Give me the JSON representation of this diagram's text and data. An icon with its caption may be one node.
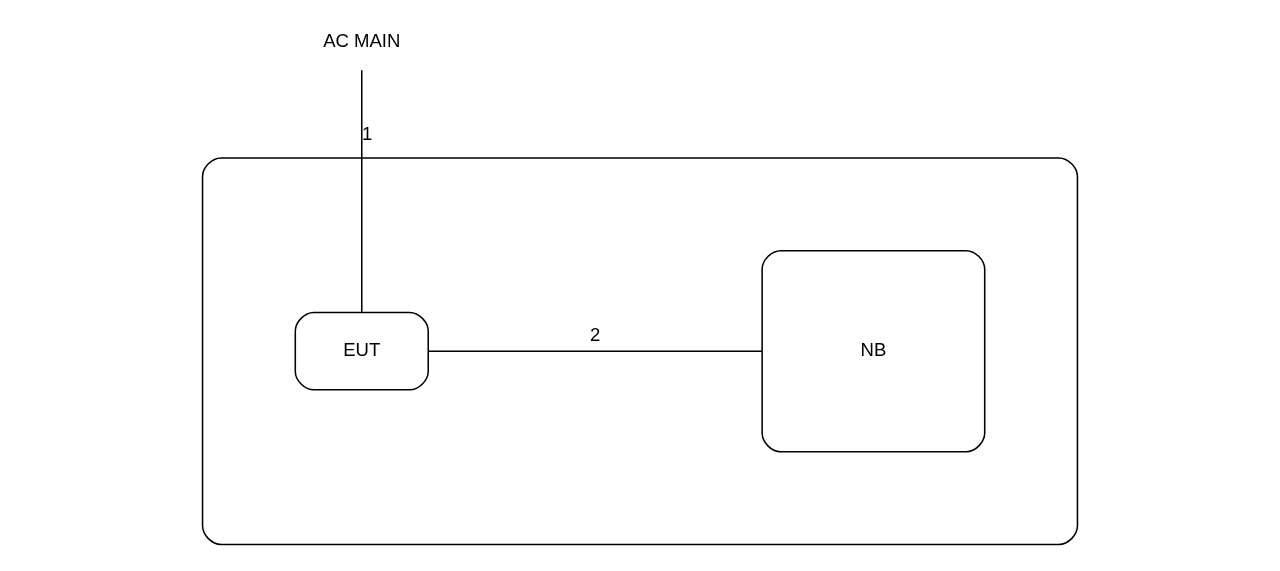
{
  "diagram": {
    "nodes": [
      {
        "text": [
          "AC MAIN"
        ]
      },
      {
        "text": [],
        "shape": "box"
      },
      {
        "text": [
          "EUT"
        ],
        "in": 1
      },
      {
        "text": [
          "NB"
        ],
        "in": 1
      }
    ],
    "edges": [
      {
        "from": 0,
        "to": 2,
        "arrow": "none",
        "label": "1"
      },
      {
        "from": 2,
        "to": 3,
        "arrow": "none",
        "label": "2"
      }
    ]
  }
}
